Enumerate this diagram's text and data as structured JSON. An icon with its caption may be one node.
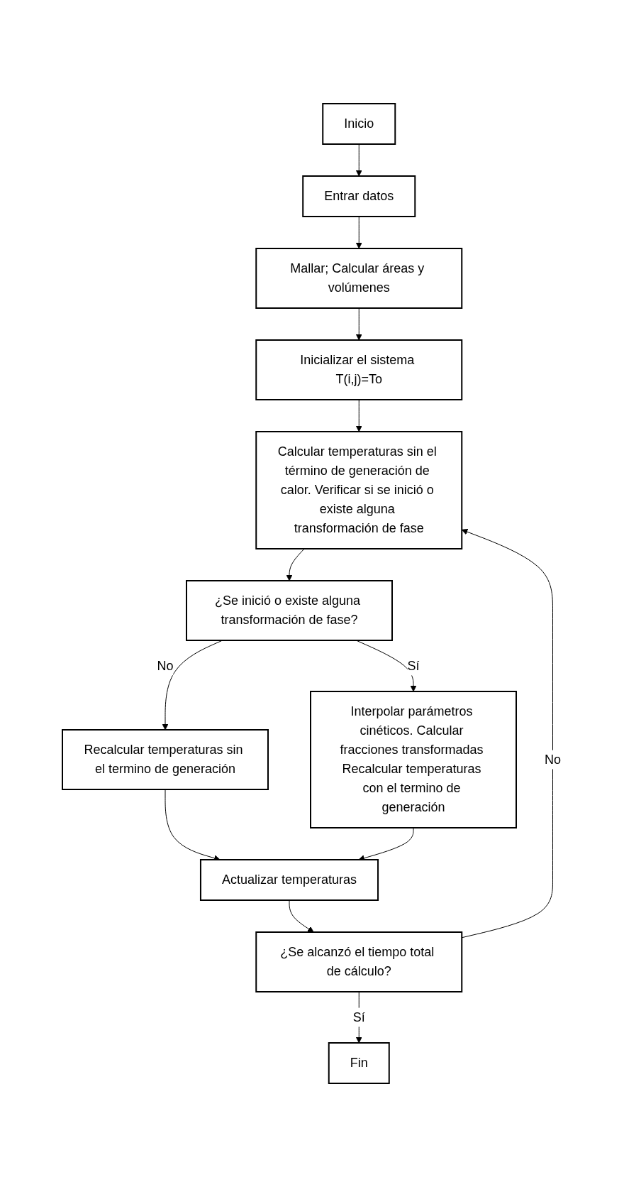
{
  "diagram": {
    "nodes": [
      {
        "text": [
          "Inicio"
        ]
      },
      {
        "text": [
          "Entrar datos"
        ]
      },
      {
        "text": [
          "Mallar; Calcular áreas y volúmenes"
        ]
      },
      {
        "text": [
          "Inicializar el sistema T(i,j)=To"
        ]
      },
      {
        "text": [
          "Calcular temperaturas sin el término de generación de calor. Verificar si se inició o existe alguna transformación de fase"
        ]
      },
      {
        "text": [
          "¿Se inició o existe alguna transformación de fase?"
        ]
      },
      {
        "text": [
          "Recalcular temperaturas sin el termino de generación"
        ]
      },
      {
        "text": [
          "Interpolar parámetros cinéticos. Calcular fracciones transformadas Recalcular temperaturas con el termino de generación"
        ]
      },
      {
        "text": [
          "Actualizar temperaturas"
        ]
      },
      {
        "text": [
          "¿Se alcanzó el tiempo total de cálculo?"
        ]
      },
      {
        "text": [
          "Fin"
        ]
      }
    ],
    "edges": [
      {
        "from": 0,
        "to": 1,
        "arrow": "to"
      },
      {
        "from": 1,
        "to": 2,
        "arrow": "to"
      },
      {
        "from": 2,
        "to": 3,
        "arrow": "to"
      },
      {
        "from": 3,
        "to": 4,
        "arrow": "to"
      },
      {
        "from": 4,
        "to": 5,
        "arrow": "to"
      },
      {
        "from": 5,
        "to": 6,
        "arrow": "to",
        "label": "No"
      },
      {
        "from": 5,
        "to": 7,
        "arrow": "to",
        "label": "Sí"
      },
      {
        "from": 6,
        "to": 8,
        "arrow": "to"
      },
      {
        "from": 7,
        "to": 8,
        "arrow": "to"
      },
      {
        "from": 8,
        "to": 9,
        "arrow": "to"
      },
      {
        "from": 9,
        "to": 4,
        "arrow": "to",
        "label": "No"
      },
      {
        "from": 9,
        "to": 10,
        "arrow": "to",
        "label": "Sí"
      }
    ]
  }
}
